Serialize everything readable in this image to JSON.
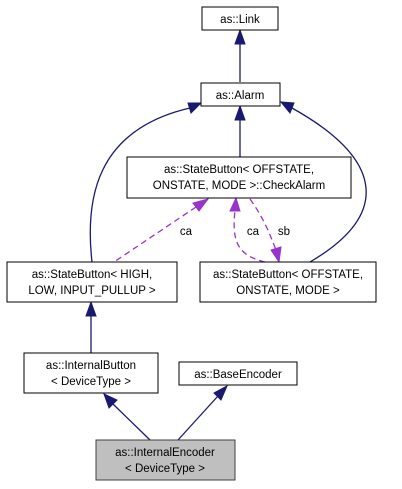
{
  "nodes": {
    "link": {
      "lines": [
        "as::Link"
      ]
    },
    "alarm": {
      "lines": [
        "as::Alarm"
      ]
    },
    "check_alarm": {
      "lines": [
        "as::StateButton< OFFSTATE,",
        "ONSTATE, MODE >::CheckAlarm"
      ]
    },
    "sb_high": {
      "lines": [
        "as::StateButton< HIGH,",
        "LOW, INPUT_PULLUP >"
      ]
    },
    "sb_off": {
      "lines": [
        "as::StateButton< OFFSTATE,",
        "ONSTATE, MODE >"
      ]
    },
    "internal_button": {
      "lines": [
        "as::InternalButton",
        "< DeviceType >"
      ]
    },
    "base_encoder": {
      "lines": [
        "as::BaseEncoder"
      ]
    },
    "internal_encoder": {
      "lines": [
        "as::InternalEncoder",
        "< DeviceType >"
      ]
    }
  },
  "edge_labels": {
    "ca_left": "ca",
    "ca_right": "ca",
    "sb": "sb"
  },
  "colors": {
    "inheritance": "#191970",
    "usage": "#9a32cd",
    "current_fill": "#bfbfbf"
  }
}
